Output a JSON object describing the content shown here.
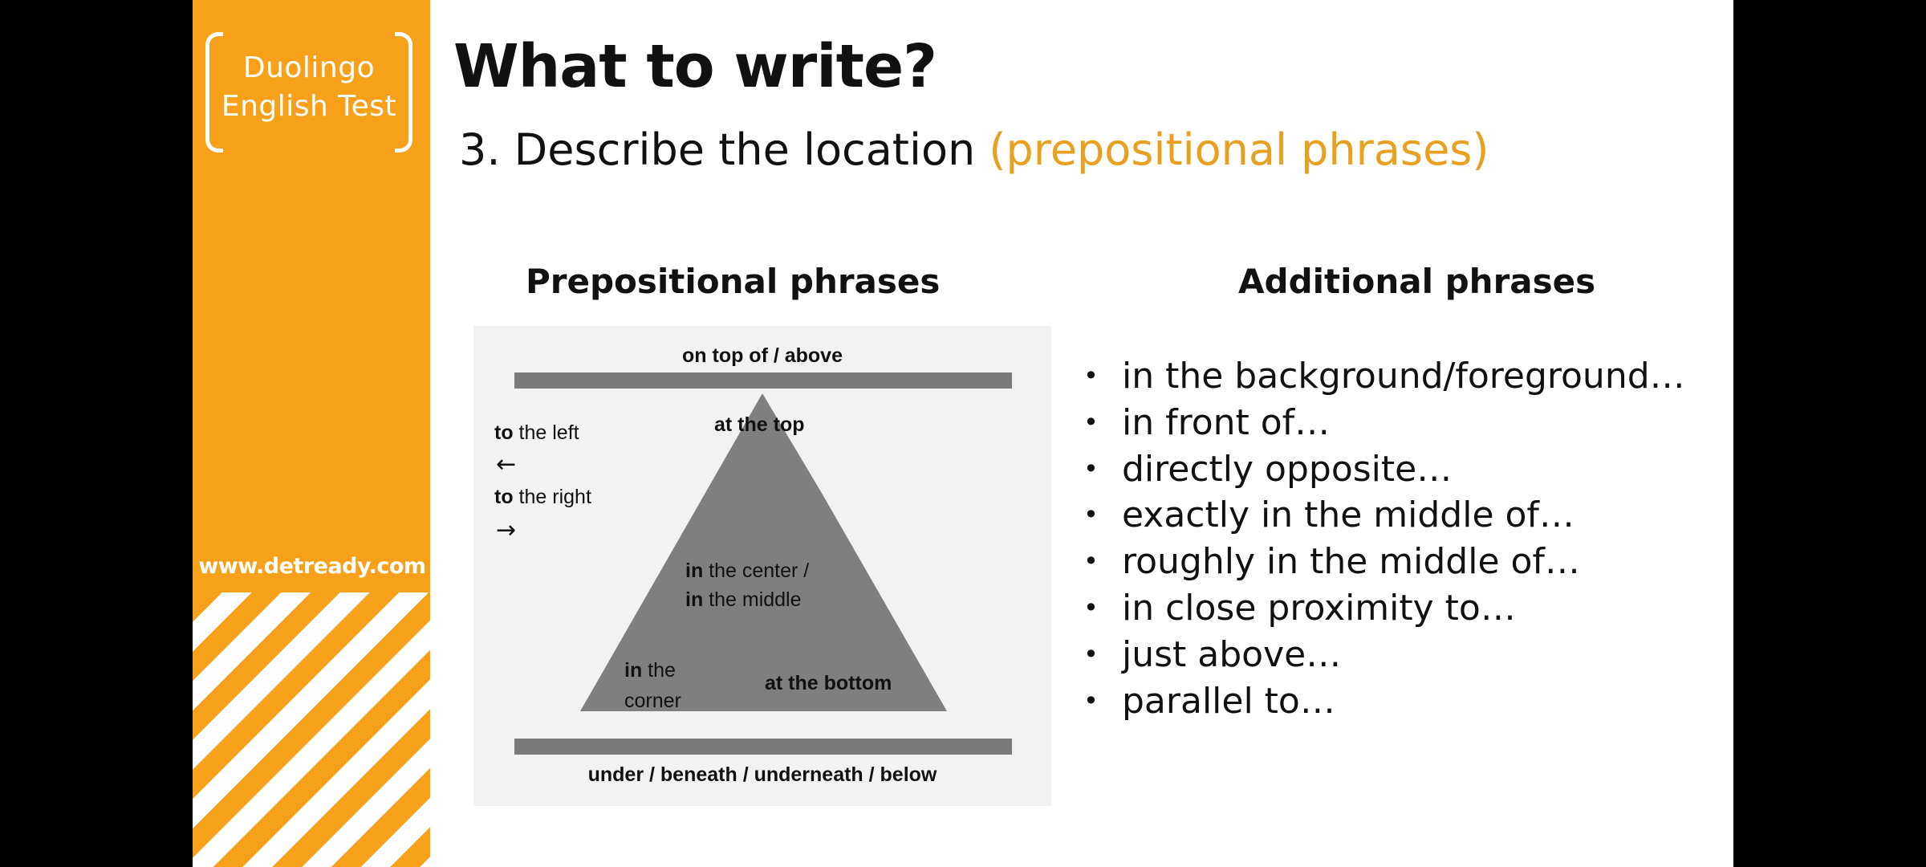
{
  "brand": {
    "logo_line1": "Duolingo",
    "logo_line2": "English Test",
    "url": "www.detready.com",
    "color": "#f7a11a"
  },
  "title": "What to write?",
  "subtitle": {
    "main": "3. Describe the location",
    "accent": "(prepositional phrases)",
    "accent_color": "#e8a020"
  },
  "left_column": {
    "heading": "Prepositional phrases",
    "diagram": {
      "top_label": "on top of / above",
      "bottom_label": "under / beneath / underneath / below",
      "left_bold": "to",
      "left_rest": " the left",
      "left_arrow": "←",
      "right_bold": "to",
      "right_rest": " the right",
      "right_arrow": "→",
      "at_top": "at the top",
      "center_bold": "in",
      "center_rest": " the center /",
      "middle_bold": "in",
      "middle_rest": " the middle",
      "corner_bold": "in",
      "corner_rest": " the",
      "corner_line2": "corner",
      "at_bottom": "at the bottom"
    }
  },
  "right_column": {
    "heading": "Additional phrases",
    "items": [
      "in the background/foreground…",
      "in front of…",
      "directly opposite…",
      "exactly in the middle of…",
      "roughly in the middle of…",
      "in close proximity to…",
      "just above…",
      "parallel to…"
    ]
  }
}
